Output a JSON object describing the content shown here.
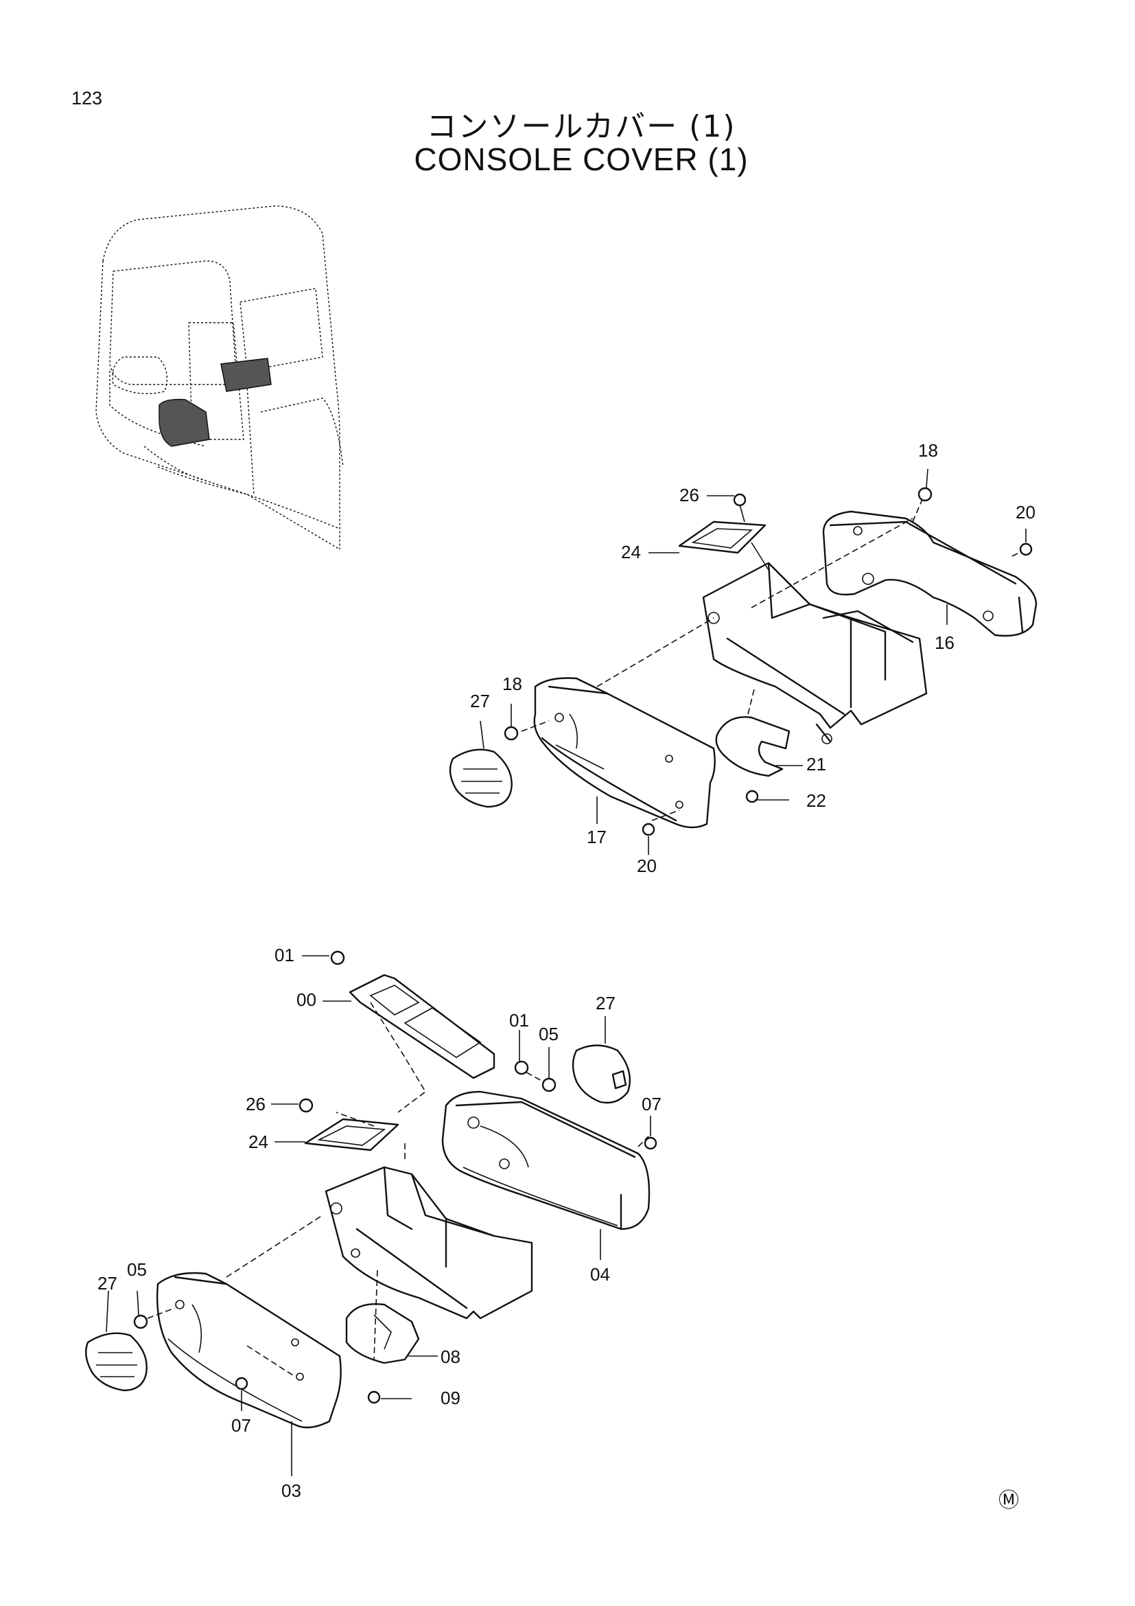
{
  "page": {
    "number": "123",
    "corner_mark": "Ⓜ"
  },
  "title": {
    "japanese": "コンソールカバー (1)",
    "english": "CONSOLE COVER (1)"
  },
  "diagram_upper": {
    "callouts": [
      "18",
      "26",
      "20",
      "24",
      "16",
      "27",
      "18",
      "21",
      "22",
      "17",
      "20"
    ]
  },
  "diagram_lower": {
    "callouts": [
      "01",
      "00",
      "01",
      "05",
      "27",
      "26",
      "07",
      "24",
      "27",
      "05",
      "04",
      "08",
      "09",
      "07",
      "03"
    ]
  }
}
